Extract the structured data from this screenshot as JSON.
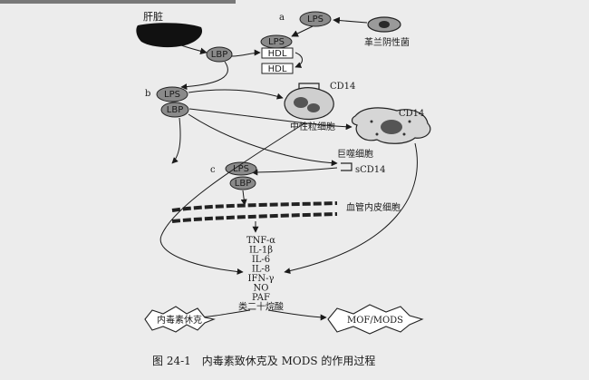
{
  "diagram": {
    "liver_label": "肝脏",
    "gram_negative_label": "革兰阴性菌",
    "lps": "LPS",
    "lbp": "LBP",
    "hdl": "HDL",
    "cd14": "CD14",
    "neutrophil_label": "中性粒细胞",
    "macrophage_label": "巨噬细胞",
    "scd14": "sCD14",
    "endothelial_label": "血管内皮细胞",
    "pathway_a": "a",
    "pathway_b": "b",
    "pathway_c": "c",
    "mediators": [
      "TNF-α",
      "IL-1β",
      "IL-6",
      "IL-8",
      "IFN-γ",
      "NO",
      "PAF",
      "类二十烷酸"
    ],
    "outcome_left": "内毒素休克",
    "outcome_right": "MOF/MODS",
    "caption": "图 24-1　内毒素致休克及 MODS 的作用过程"
  }
}
